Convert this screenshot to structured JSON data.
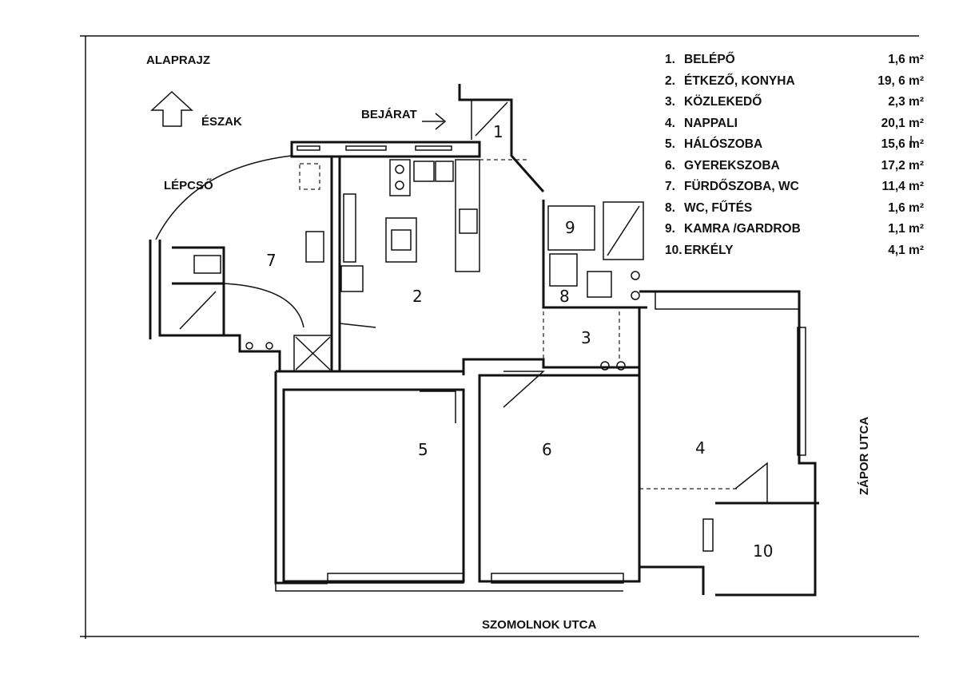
{
  "title": "ALAPRAJZ",
  "north_label": "ÉSZAK",
  "entrance_label": "BEJÁRAT",
  "stair_label": "LÉPCSŐ",
  "street_bottom": "SZOMOLNOK UTCA",
  "street_right": "ZÁPOR UTCA",
  "room_numbers": {
    "r1": "1",
    "r2": "2",
    "r3": "3",
    "r4": "4",
    "r5": "5",
    "r6": "6",
    "r7": "7",
    "r8": "8",
    "r9": "9",
    "r10": "10"
  },
  "legend": [
    {
      "n": "1.",
      "name": "BELÉPŐ",
      "area": "1,6 m²"
    },
    {
      "n": "2.",
      "name": "ÉTKEZŐ, KONYHA",
      "area": "19, 6 m²"
    },
    {
      "n": "3.",
      "name": "KÖZLEKEDŐ",
      "area": "2,3 m²"
    },
    {
      "n": "4.",
      "name": "NAPPALI",
      "area": "20,1 m²"
    },
    {
      "n": "5.",
      "name": "HÁLÓSZOBA",
      "area": "15,6 m²"
    },
    {
      "n": "6.",
      "name": "GYEREKSZOBA",
      "area": "17,2 m²"
    },
    {
      "n": "7.",
      "name": "FÜRDŐSZOBA, WC",
      "area": "11,4 m²"
    },
    {
      "n": "8.",
      "name": "WC, FŰTÉS",
      "area": "1,6 m²"
    },
    {
      "n": "9.",
      "name": "KAMRA /GARDROB",
      "area": "1,1 m²"
    },
    {
      "n": "10.",
      "name": "ERKÉLY",
      "area": "4,1 m²"
    }
  ]
}
